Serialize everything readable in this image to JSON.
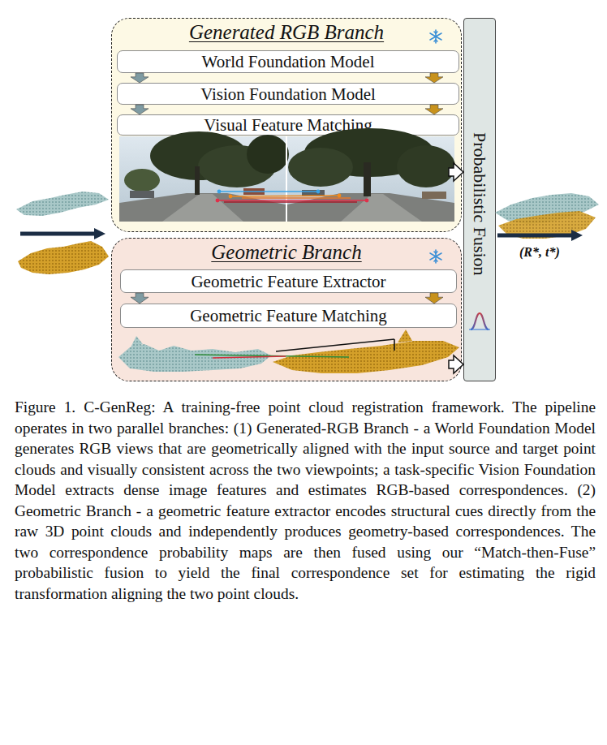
{
  "diagram": {
    "caption": "Figure 1. C-GenReg: A training-free point cloud registration framework. The pipeline operates in two parallel branches: (1) Generated-RGB Branch - a World Foundation Model generates RGB views that are geometrically aligned with the input source and target point clouds and visually consistent across the two viewpoints; a task-specific Vision Foundation Model extracts dense image features and estimates RGB-based correspondences. (2) Geometric Branch - a geometric feature extractor encodes structural cues directly from the raw 3D point clouds and independently produces geometry-based correspondences. The two correspondence probability maps are then fused using our “Match-then-Fuse” probabilistic fusion to yield the final correspondence set for estimating the rigid transformation aligning the two point clouds.",
    "nodes": [
      {
        "text": [
          "Generated RGB Branch"
        ]
      },
      {
        "text": [
          "World Foundation Model"
        ],
        "in": 0
      },
      {
        "text": [
          "Vision Foundation Model"
        ],
        "in": 0
      },
      {
        "text": [
          "Visual Feature Matching"
        ],
        "in": 0
      },
      {
        "text": [
          "Geometric Branch"
        ]
      },
      {
        "text": [
          "Geometric Feature Extractor"
        ],
        "in": 4
      },
      {
        "text": [
          "Geometric Feature Matching"
        ],
        "in": 4
      },
      {
        "text": [
          "Probabilistic Fusion"
        ]
      }
    ],
    "edges": [
      {
        "from": 1,
        "to": 2,
        "arrow": "to"
      },
      {
        "from": 1,
        "to": 2,
        "arrow": "to"
      },
      {
        "from": 2,
        "to": 3,
        "arrow": "to"
      },
      {
        "from": 2,
        "to": 3,
        "arrow": "to"
      },
      {
        "from": 5,
        "to": 6,
        "arrow": "to"
      },
      {
        "from": 5,
        "to": 6,
        "arrow": "to"
      },
      {
        "from": 0,
        "to": 7,
        "arrow": "to"
      },
      {
        "from": 4,
        "to": 7,
        "arrow": "to"
      }
    ],
    "labels": [
      "(R*, t*)"
    ]
  }
}
